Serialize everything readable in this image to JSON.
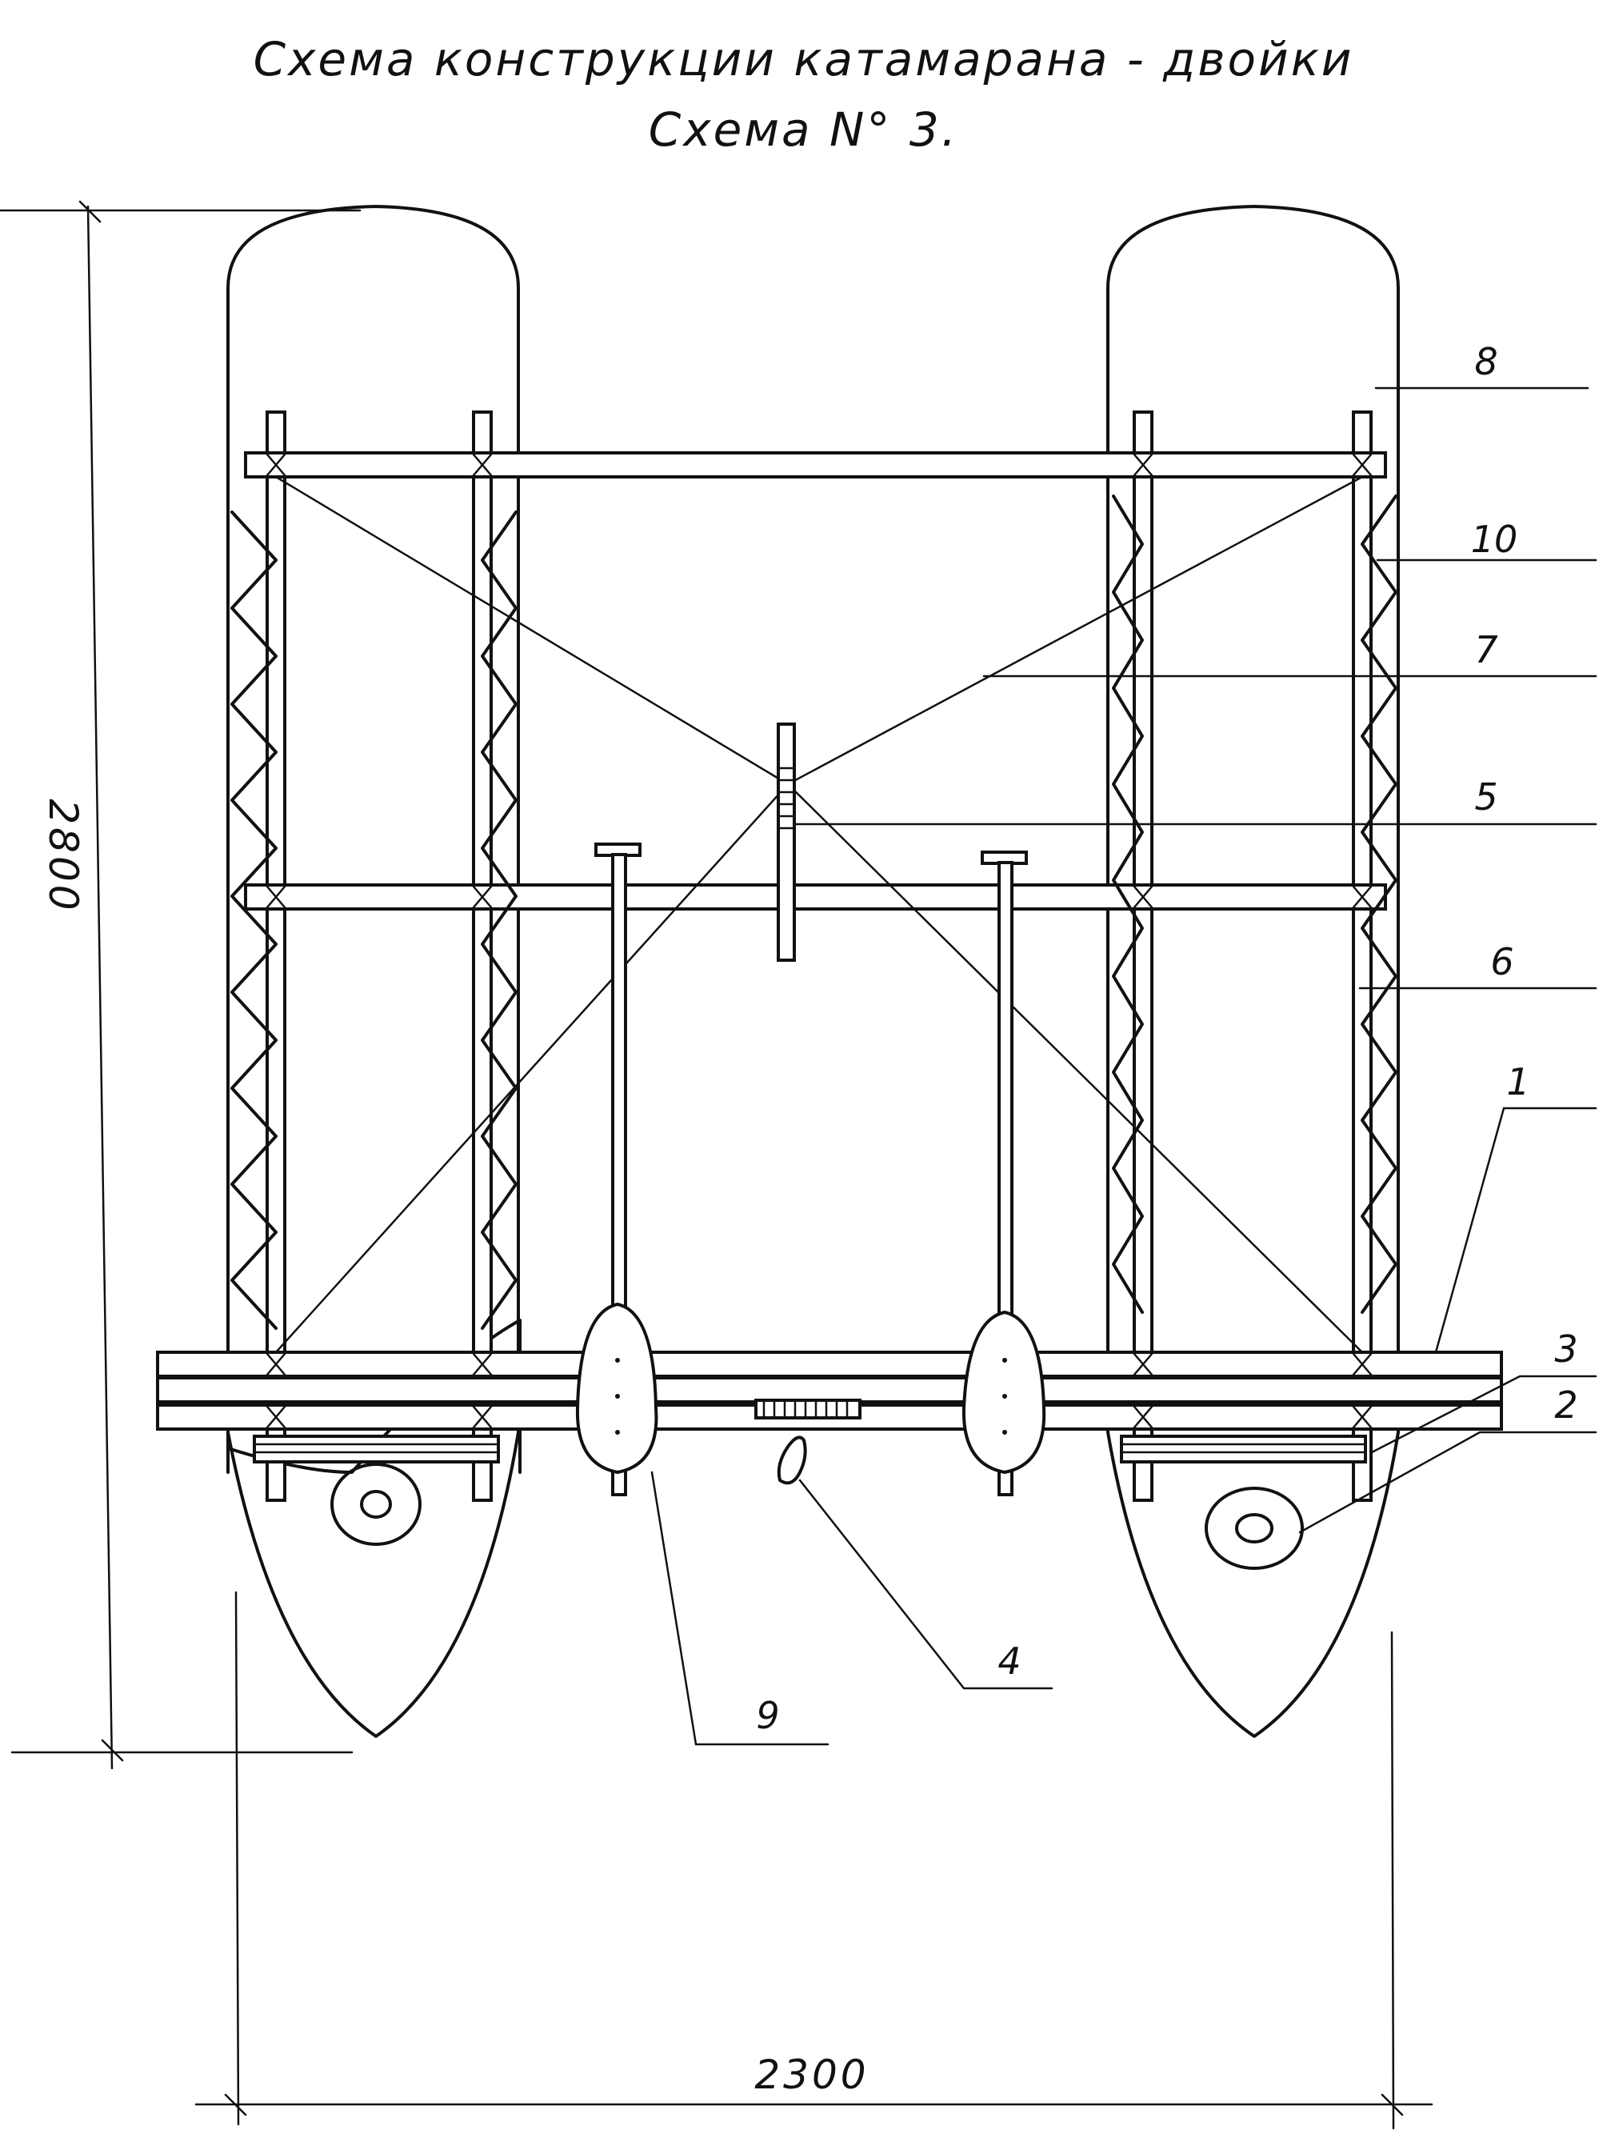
{
  "title": "Схема конструкции катамарана - двойки",
  "subtitle": "Схема N° 3.",
  "dimensions": {
    "length": "2800",
    "width": "2300"
  },
  "callouts": [
    "8",
    "10",
    "7",
    "5",
    "6",
    "1",
    "3",
    "2",
    "4",
    "9"
  ]
}
